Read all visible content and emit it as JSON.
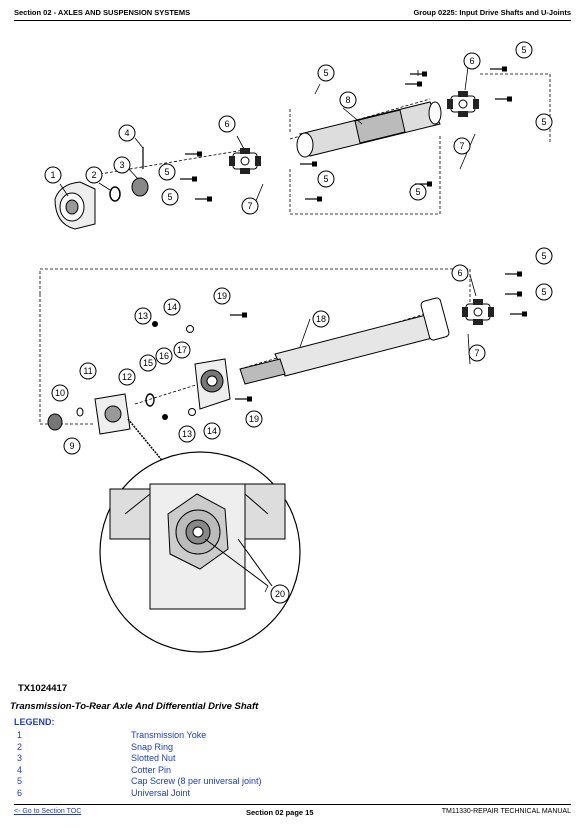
{
  "header": {
    "left": "Section 02 - AXLES AND SUSPENSION SYSTEMS",
    "right": "Group 0225: Input Drive Shafts and U-Joints"
  },
  "figure": {
    "id": "TX1024417",
    "caption": "Transmission-To-Rear Axle And Differential Drive Shaft",
    "callouts": [
      "1",
      "2",
      "3",
      "4",
      "5",
      "6",
      "7",
      "8",
      "9",
      "10",
      "11",
      "12",
      "13",
      "14",
      "15",
      "16",
      "17",
      "18",
      "19",
      "20"
    ]
  },
  "legend": {
    "title": "LEGEND:",
    "items": [
      {
        "num": "1",
        "text": "Transmission Yoke"
      },
      {
        "num": "2",
        "text": "Snap Ring"
      },
      {
        "num": "3",
        "text": "Slotted Nut"
      },
      {
        "num": "4",
        "text": "Cotter Pin"
      },
      {
        "num": "5",
        "text": "Cap Screw (8 per universal joint)"
      },
      {
        "num": "6",
        "text": "Universal Joint"
      }
    ]
  },
  "footer": {
    "toc_link": "<- Go to Section TOC",
    "page": "Section 02 page 15",
    "manual": "TM11330-REPAIR TECHNICAL MANUAL"
  }
}
